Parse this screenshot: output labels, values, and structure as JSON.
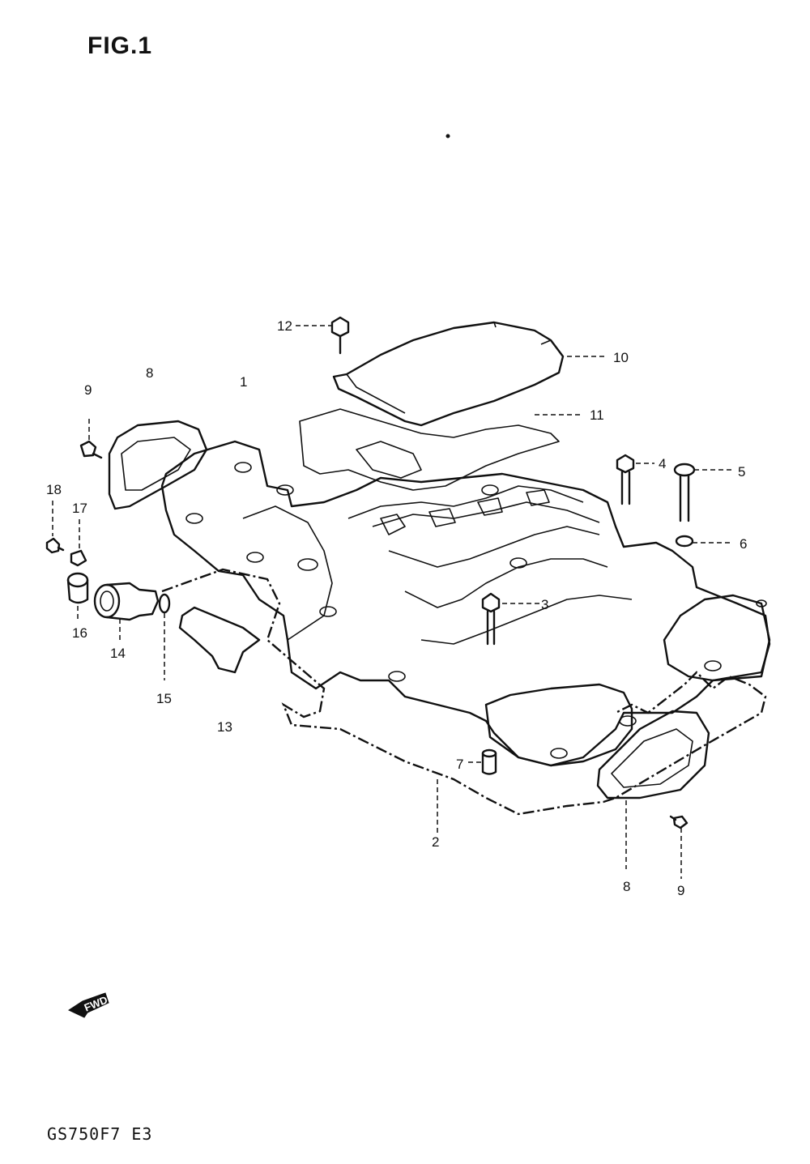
{
  "figure": {
    "title": "FIG.1",
    "footer_code": "GS750F7 E3",
    "fwd_label": "FWD"
  },
  "callouts": [
    {
      "id": "12",
      "label": "12"
    },
    {
      "id": "10",
      "label": "10"
    },
    {
      "id": "8a",
      "label": "8"
    },
    {
      "id": "1",
      "label": "1"
    },
    {
      "id": "11",
      "label": "11"
    },
    {
      "id": "9a",
      "label": "9"
    },
    {
      "id": "4",
      "label": "4"
    },
    {
      "id": "5",
      "label": "5"
    },
    {
      "id": "18",
      "label": "18"
    },
    {
      "id": "17",
      "label": "17"
    },
    {
      "id": "6",
      "label": "6"
    },
    {
      "id": "3",
      "label": "3"
    },
    {
      "id": "16",
      "label": "16"
    },
    {
      "id": "14",
      "label": "14"
    },
    {
      "id": "15",
      "label": "15"
    },
    {
      "id": "13",
      "label": "13"
    },
    {
      "id": "7",
      "label": "7"
    },
    {
      "id": "2",
      "label": "2"
    },
    {
      "id": "8b",
      "label": "8"
    },
    {
      "id": "9b",
      "label": "9"
    }
  ]
}
